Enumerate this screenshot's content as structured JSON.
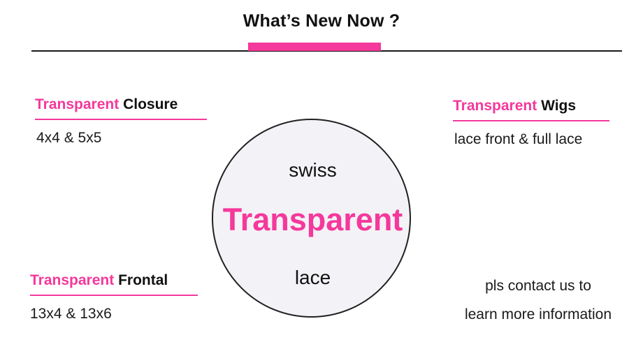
{
  "header": {
    "title": "What’s New Now ?",
    "accent_color": "#F5389B",
    "rule_color": "#1a1a1a"
  },
  "blocks": {
    "closure": {
      "heading_highlight": "Transparent",
      "heading_rest": "Closure",
      "subtitle": "4x4 & 5x5"
    },
    "wigs": {
      "heading_highlight": "Transparent",
      "heading_rest": "Wigs",
      "subtitle": "lace front & full lace"
    },
    "frontal": {
      "heading_highlight": "Transparent",
      "heading_rest": "Frontal",
      "subtitle": "13x4 & 13x6"
    },
    "note": {
      "line1": "pls contact us to",
      "line2": "learn more information"
    }
  },
  "circle": {
    "top_label": "swiss",
    "main_label": "Transparent",
    "bottom_label": "lace",
    "fill_color": "#f3f2f6",
    "border_color": "#231f20",
    "main_color": "#F5389B"
  }
}
